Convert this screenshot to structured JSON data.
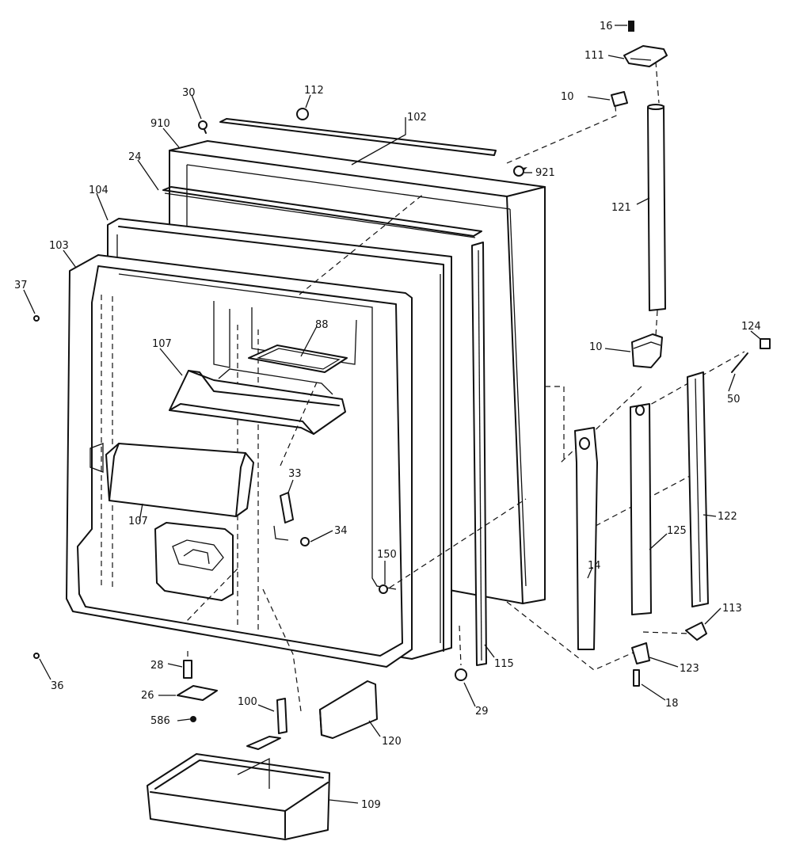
{
  "diagram": {
    "title": "",
    "labels": [
      {
        "id": "p16a",
        "text": "16"
      },
      {
        "id": "p111",
        "text": "111"
      },
      {
        "id": "p10a",
        "text": "10"
      },
      {
        "id": "p112",
        "text": "112"
      },
      {
        "id": "p102",
        "text": "102"
      },
      {
        "id": "p30",
        "text": "30"
      },
      {
        "id": "p910",
        "text": "910"
      },
      {
        "id": "p921",
        "text": "921"
      },
      {
        "id": "p121",
        "text": "121"
      },
      {
        "id": "p24",
        "text": "24"
      },
      {
        "id": "p104",
        "text": "104"
      },
      {
        "id": "p103",
        "text": "103"
      },
      {
        "id": "p37",
        "text": "37"
      },
      {
        "id": "p88",
        "text": "88"
      },
      {
        "id": "p107a",
        "text": "107"
      },
      {
        "id": "p10b",
        "text": "10"
      },
      {
        "id": "p124",
        "text": "124"
      },
      {
        "id": "p50",
        "text": "50"
      },
      {
        "id": "p33",
        "text": "33"
      },
      {
        "id": "p34",
        "text": "34"
      },
      {
        "id": "p107b",
        "text": "107"
      },
      {
        "id": "p150",
        "text": "150"
      },
      {
        "id": "p122",
        "text": "122"
      },
      {
        "id": "p125",
        "text": "125"
      },
      {
        "id": "p14",
        "text": "14"
      },
      {
        "id": "p113",
        "text": "113"
      },
      {
        "id": "p115",
        "text": "115"
      },
      {
        "id": "p123",
        "text": "123"
      },
      {
        "id": "p18",
        "text": "18"
      },
      {
        "id": "p36",
        "text": "36"
      },
      {
        "id": "p28a",
        "text": "28"
      },
      {
        "id": "p26",
        "text": "26"
      },
      {
        "id": "p586",
        "text": "586"
      },
      {
        "id": "p100",
        "text": "100"
      },
      {
        "id": "p120",
        "text": "120"
      },
      {
        "id": "p29",
        "text": "29"
      },
      {
        "id": "p109",
        "text": "109"
      }
    ]
  }
}
